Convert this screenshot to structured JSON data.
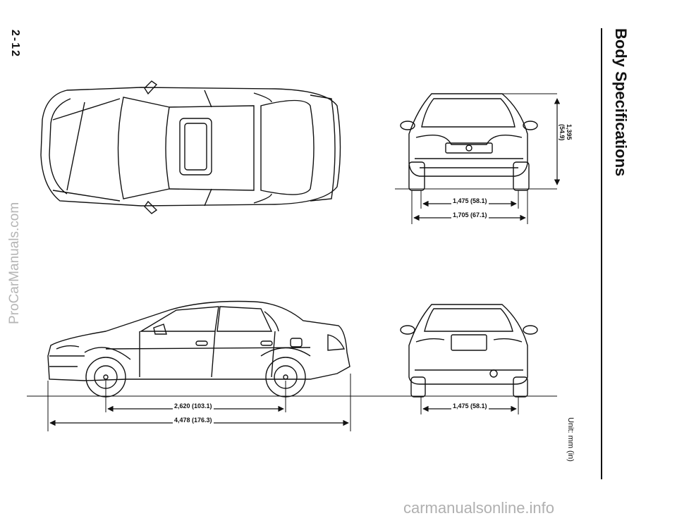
{
  "page": {
    "number": "2-12",
    "heading": "Body Specifications",
    "unit_note": "Unit: mm (in)"
  },
  "dimensions": {
    "height": "1,395",
    "height_in": "(54.9)",
    "front_track": "1,475 (58.1)",
    "overall_width": "1,705 (67.1)",
    "wheelbase": "2,620 (103.1)",
    "overall_length": "4,478 (176.3)",
    "rear_track": "1,475 (58.1)"
  },
  "watermarks": {
    "side": "ProCarManuals.com",
    "bottom": "carmanualsonline.info"
  },
  "colors": {
    "line": "#111111",
    "watermark": "#b0b0b0"
  }
}
